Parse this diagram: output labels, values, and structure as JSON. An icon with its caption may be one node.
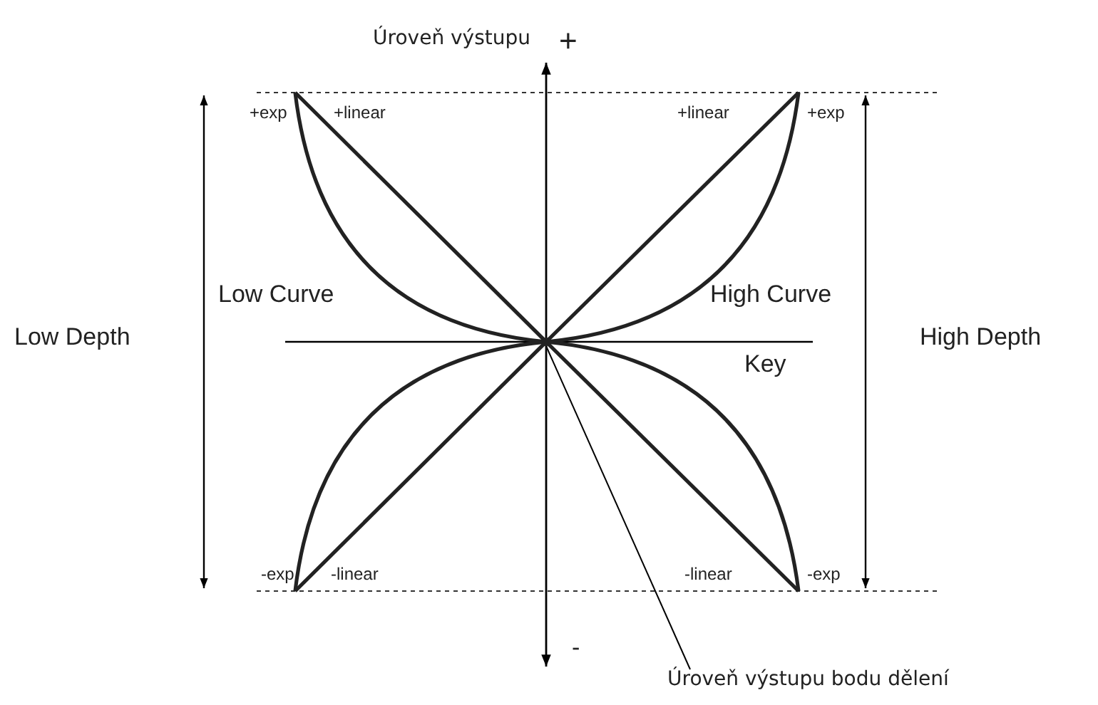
{
  "diagram": {
    "nodes": [
      {
        "text": [
          "Úroveň výstupu bodu dělení"
        ]
      },
      {
        "text": [],
        "shape": "circle"
      }
    ],
    "edges": [
      {
        "from": 0,
        "to": 1,
        "arrow": "none"
      }
    ],
    "labels": [
      "Úroveň výstupu",
      "+",
      "+exp",
      "+linear",
      "+linear",
      "+exp",
      "Low Curve",
      "High Curve",
      "Low Depth",
      "High Depth",
      "Key",
      "-exp",
      "-linear",
      "-linear",
      "-exp",
      "-"
    ]
  }
}
